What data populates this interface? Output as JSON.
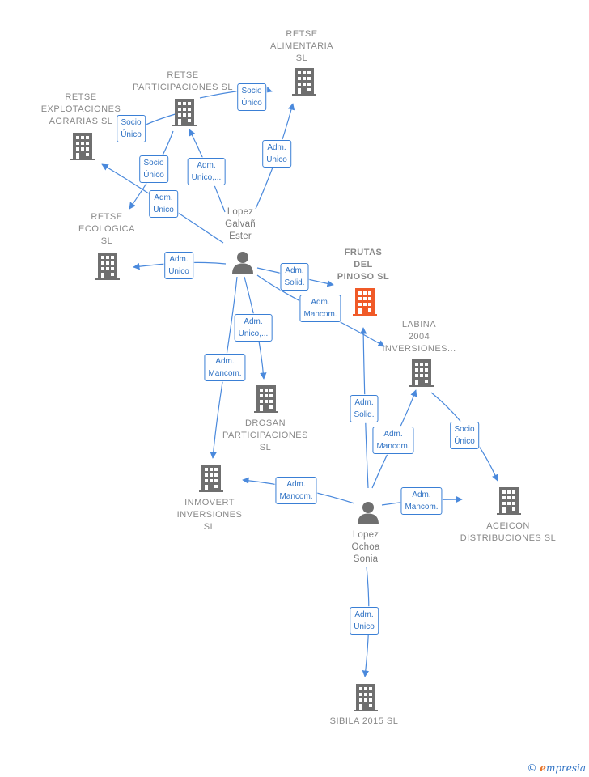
{
  "colors": {
    "edge": "#4a89dc",
    "building": "#6f6f6f",
    "focus_building": "#f05a28",
    "person": "#6f6f6f"
  },
  "nodes": {
    "retse_alimentaria": {
      "label": "RETSE\nALIMENTARIA\nSL",
      "icon": "building-icon"
    },
    "retse_participaciones": {
      "label": "RETSE\nPARTICIPACIONES SL",
      "icon": "building-icon"
    },
    "retse_explotaciones": {
      "label": "RETSE\nEXPLOTACIONES\nAGRARIAS  SL",
      "icon": "building-icon"
    },
    "retse_ecologica": {
      "label": "RETSE\nECOLOGICA\nSL",
      "icon": "building-icon"
    },
    "lopez_galvan": {
      "label": "Lopez\nGalvañ\nEster",
      "icon": "person-icon"
    },
    "frutas_del_pinoso": {
      "label": "FRUTAS\nDEL\nPINOSO  SL",
      "icon": "building-icon"
    },
    "labina": {
      "label": "LABINA\n2004\nINVERSIONES...",
      "icon": "building-icon"
    },
    "drosan": {
      "label": "DROSAN\nPARTICIPACIONES\nSL",
      "icon": "building-icon"
    },
    "inmovert": {
      "label": "INMOVERT\nINVERSIONES\nSL",
      "icon": "building-icon"
    },
    "lopez_ochoa": {
      "label": "Lopez\nOchoa\nSonia",
      "icon": "person-icon"
    },
    "aceicon": {
      "label": "ACEICON\nDISTRIBUCIONES SL",
      "icon": "building-icon"
    },
    "sibila": {
      "label": "SIBILA 2015  SL",
      "icon": "building-icon"
    }
  },
  "edges": [
    {
      "id": "e1",
      "label": "Socio\nÚnico"
    },
    {
      "id": "e2",
      "label": "Adm.\nUnico"
    },
    {
      "id": "e3",
      "label": "Socio\nÚnico"
    },
    {
      "id": "e4",
      "label": "Socio\nÚnico"
    },
    {
      "id": "e5",
      "label": "Adm.\nUnico,..."
    },
    {
      "id": "e6",
      "label": "Adm.\nUnico"
    },
    {
      "id": "e7",
      "label": "Adm.\nUnico"
    },
    {
      "id": "e8",
      "label": "Adm.\nSolid."
    },
    {
      "id": "e9",
      "label": "Adm.\nMancom."
    },
    {
      "id": "e10",
      "label": "Adm.\nUnico,..."
    },
    {
      "id": "e11",
      "label": "Adm.\nMancom."
    },
    {
      "id": "e12",
      "label": "Adm.\nSolid."
    },
    {
      "id": "e13",
      "label": "Adm.\nMancom."
    },
    {
      "id": "e14",
      "label": "Socio\nÚnico"
    },
    {
      "id": "e15",
      "label": "Adm.\nMancom."
    },
    {
      "id": "e16",
      "label": "Adm.\nMancom."
    },
    {
      "id": "e17",
      "label": "Adm.\nUnico"
    }
  ],
  "brand": {
    "copyright": "©",
    "name": "mpresia",
    "initial": "e"
  }
}
